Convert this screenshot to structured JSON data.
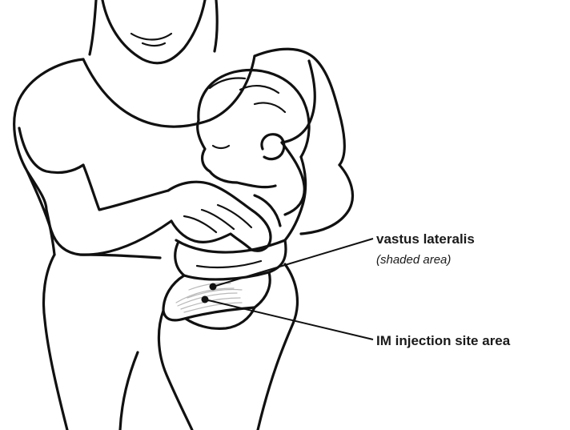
{
  "labels": {
    "vastus_lateralis": "vastus lateralis",
    "vastus_lateralis_note": "(shaded area)",
    "im_injection_site": "IM injection site area"
  },
  "colors": {
    "line_art": "#111111",
    "shaded_muscle": "#b9b9b9",
    "label_text": "#1a1a1a"
  }
}
